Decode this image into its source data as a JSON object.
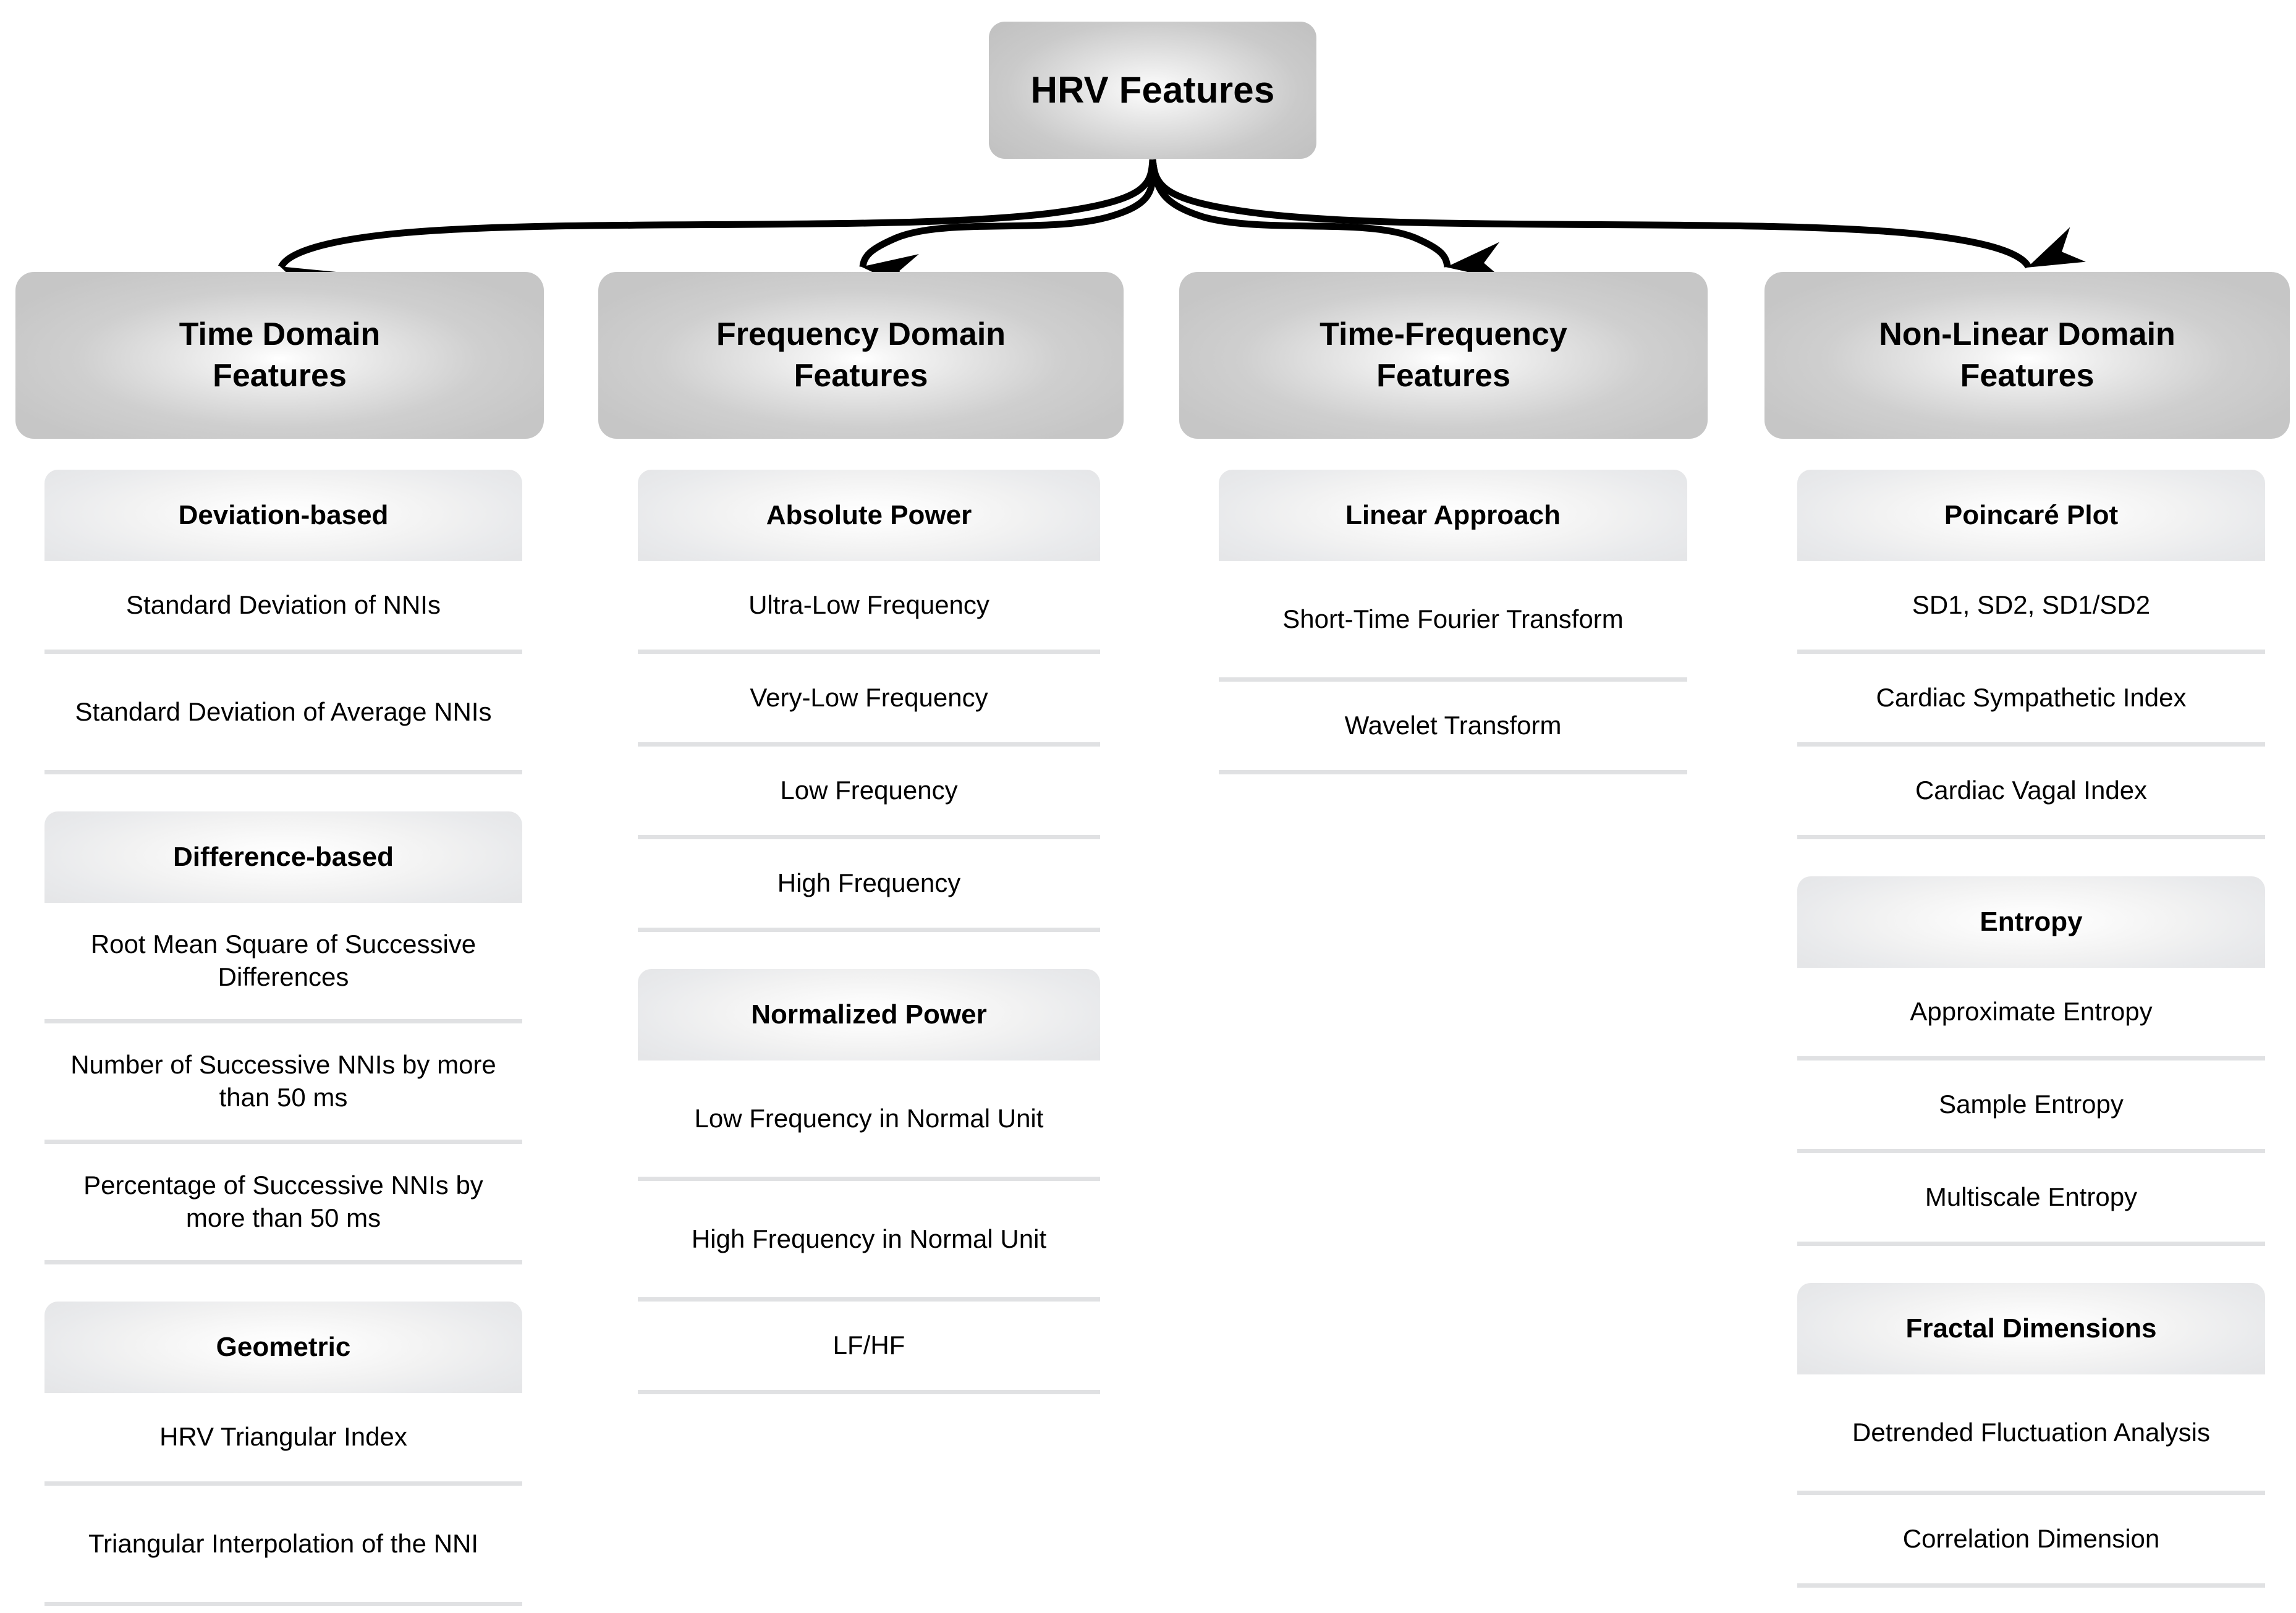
{
  "diagram": {
    "title": "HRV Features",
    "root": {
      "label": "HRV Features"
    },
    "colors": {
      "node_fill_dark": "#c6c6c6",
      "node_fill_light": "#ffffff",
      "header_fill": "#e5e6e8",
      "separator": "#e0e1e3",
      "text": "#000000",
      "connector": "#000000"
    },
    "branches": [
      {
        "label": "Time Domain Features",
        "label_lines": [
          "Time Domain",
          "Features"
        ],
        "groups": [
          {
            "header": "Deviation-based",
            "items": [
              {
                "text": "Standard Deviation of NNIs",
                "lines": 1
              },
              {
                "text": "Standard Deviation of Average NNIs",
                "lines": 2
              }
            ]
          },
          {
            "header": "Difference-based",
            "items": [
              {
                "text": "Root Mean Square of Successive Differences",
                "lines": 2
              },
              {
                "text": "Number of Successive NNIs by more than 50 ms",
                "lines": 2
              },
              {
                "text": "Percentage of Successive NNIs by more than 50 ms",
                "lines": 2
              }
            ]
          },
          {
            "header": "Geometric",
            "items": [
              {
                "text": "HRV Triangular Index",
                "lines": 1
              },
              {
                "text": "Triangular Interpolation of the NNI",
                "lines": 2
              }
            ]
          }
        ]
      },
      {
        "label": "Frequency Domain Features",
        "label_lines": [
          "Frequency Domain",
          "Features"
        ],
        "groups": [
          {
            "header": "Absolute Power",
            "items": [
              {
                "text": "Ultra-Low Frequency",
                "lines": 1
              },
              {
                "text": "Very-Low Frequency",
                "lines": 1
              },
              {
                "text": "Low Frequency",
                "lines": 1
              },
              {
                "text": "High Frequency",
                "lines": 1
              }
            ]
          },
          {
            "header": "Normalized Power",
            "items": [
              {
                "text": "Low Frequency in Normal Unit",
                "lines": 2
              },
              {
                "text": "High Frequency in Normal Unit",
                "lines": 2
              },
              {
                "text": "LF/HF",
                "lines": 1
              }
            ]
          }
        ]
      },
      {
        "label": "Time-Frequency Features",
        "label_lines": [
          "Time-Frequency",
          "Features"
        ],
        "groups": [
          {
            "header": "Linear Approach",
            "items": [
              {
                "text": "Short-Time Fourier Transform",
                "lines": 2
              },
              {
                "text": "Wavelet Transform",
                "lines": 1
              }
            ]
          }
        ]
      },
      {
        "label": "Non-Linear Domain Features",
        "label_lines": [
          "Non-Linear Domain",
          "Features"
        ],
        "groups": [
          {
            "header": "Poincaré Plot",
            "items": [
              {
                "text": "SD1, SD2, SD1/SD2",
                "lines": 1
              },
              {
                "text": "Cardiac Sympathetic Index",
                "lines": 1
              },
              {
                "text": "Cardiac Vagal Index",
                "lines": 1
              }
            ]
          },
          {
            "header": "Entropy",
            "items": [
              {
                "text": "Approximate Entropy",
                "lines": 1
              },
              {
                "text": "Sample Entropy",
                "lines": 1
              },
              {
                "text": "Multiscale Entropy",
                "lines": 1
              }
            ]
          },
          {
            "header": "Fractal Dimensions",
            "items": [
              {
                "text": "Detrended Fluctuation Analysis",
                "lines": 2
              },
              {
                "text": "Correlation Dimension",
                "lines": 1
              }
            ]
          }
        ]
      }
    ]
  }
}
